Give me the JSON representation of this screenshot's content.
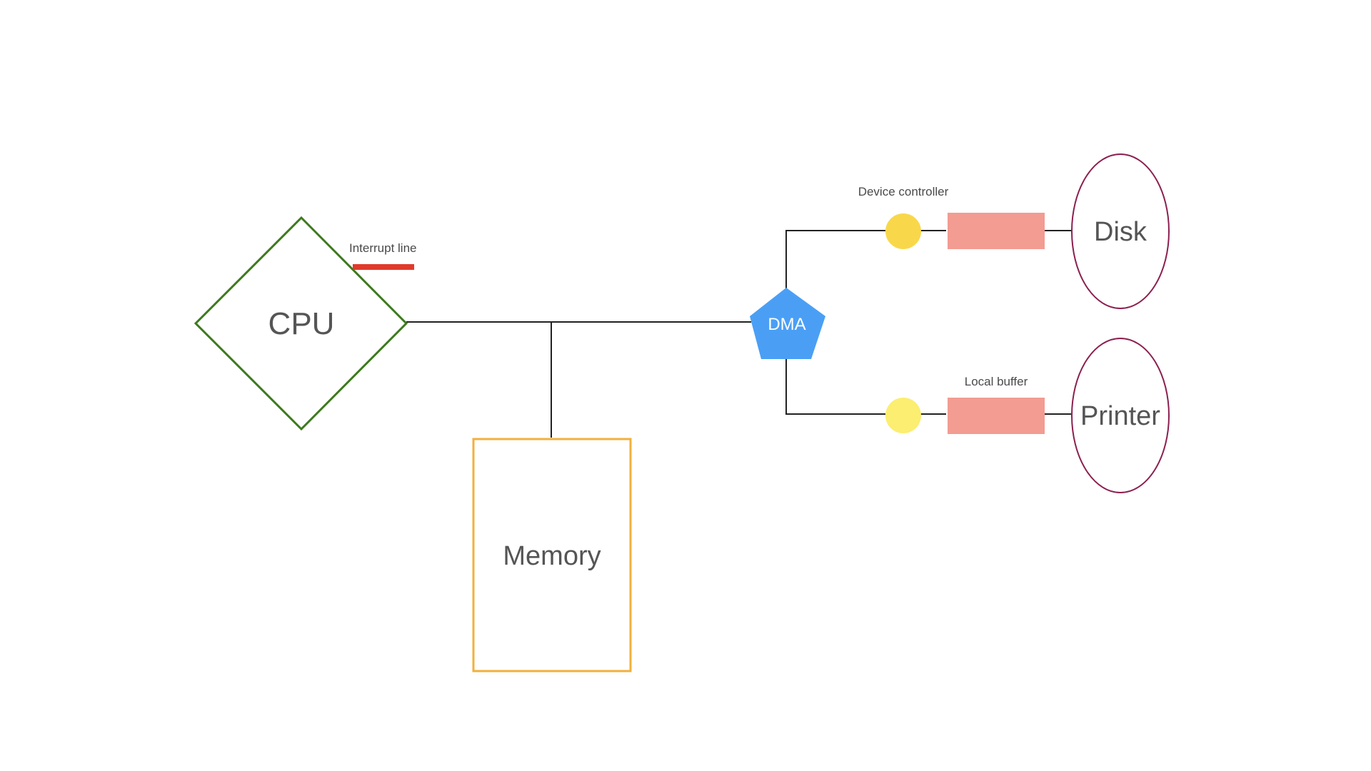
{
  "diagram": {
    "nodes": {
      "cpu": {
        "label": "CPU",
        "color": "#3d7a1e"
      },
      "memory": {
        "label": "Memory",
        "color": "#f2b03c"
      },
      "dma": {
        "label": "DMA",
        "color": "#4a9ff5"
      },
      "disk": {
        "label": "Disk",
        "color": "#8c2050"
      },
      "printer": {
        "label": "Printer",
        "color": "#8c2050"
      },
      "disk_controller": {
        "color": "#f8d84a"
      },
      "printer_controller": {
        "color": "#fbee70"
      },
      "disk_buffer": {
        "color": "#f29c92"
      },
      "printer_buffer": {
        "color": "#f29c92"
      }
    },
    "annotations": {
      "interrupt_line": {
        "label": "Interrupt line",
        "color": "#e03a2b"
      },
      "device_controller": "Device controller",
      "local_buffer": "Local buffer"
    },
    "edges": [
      {
        "from": "CPU",
        "to": "DMA"
      },
      {
        "from": "system bus",
        "to": "Memory"
      },
      {
        "from": "DMA",
        "to": "Device controller (Disk)"
      },
      {
        "from": "DMA",
        "to": "Device controller (Printer)"
      },
      {
        "from": "Device controller (Disk)",
        "to": "Local buffer (Disk)"
      },
      {
        "from": "Device controller (Printer)",
        "to": "Local buffer (Printer)"
      },
      {
        "from": "Local buffer (Disk)",
        "to": "Disk"
      },
      {
        "from": "Local buffer (Printer)",
        "to": "Printer"
      }
    ]
  }
}
